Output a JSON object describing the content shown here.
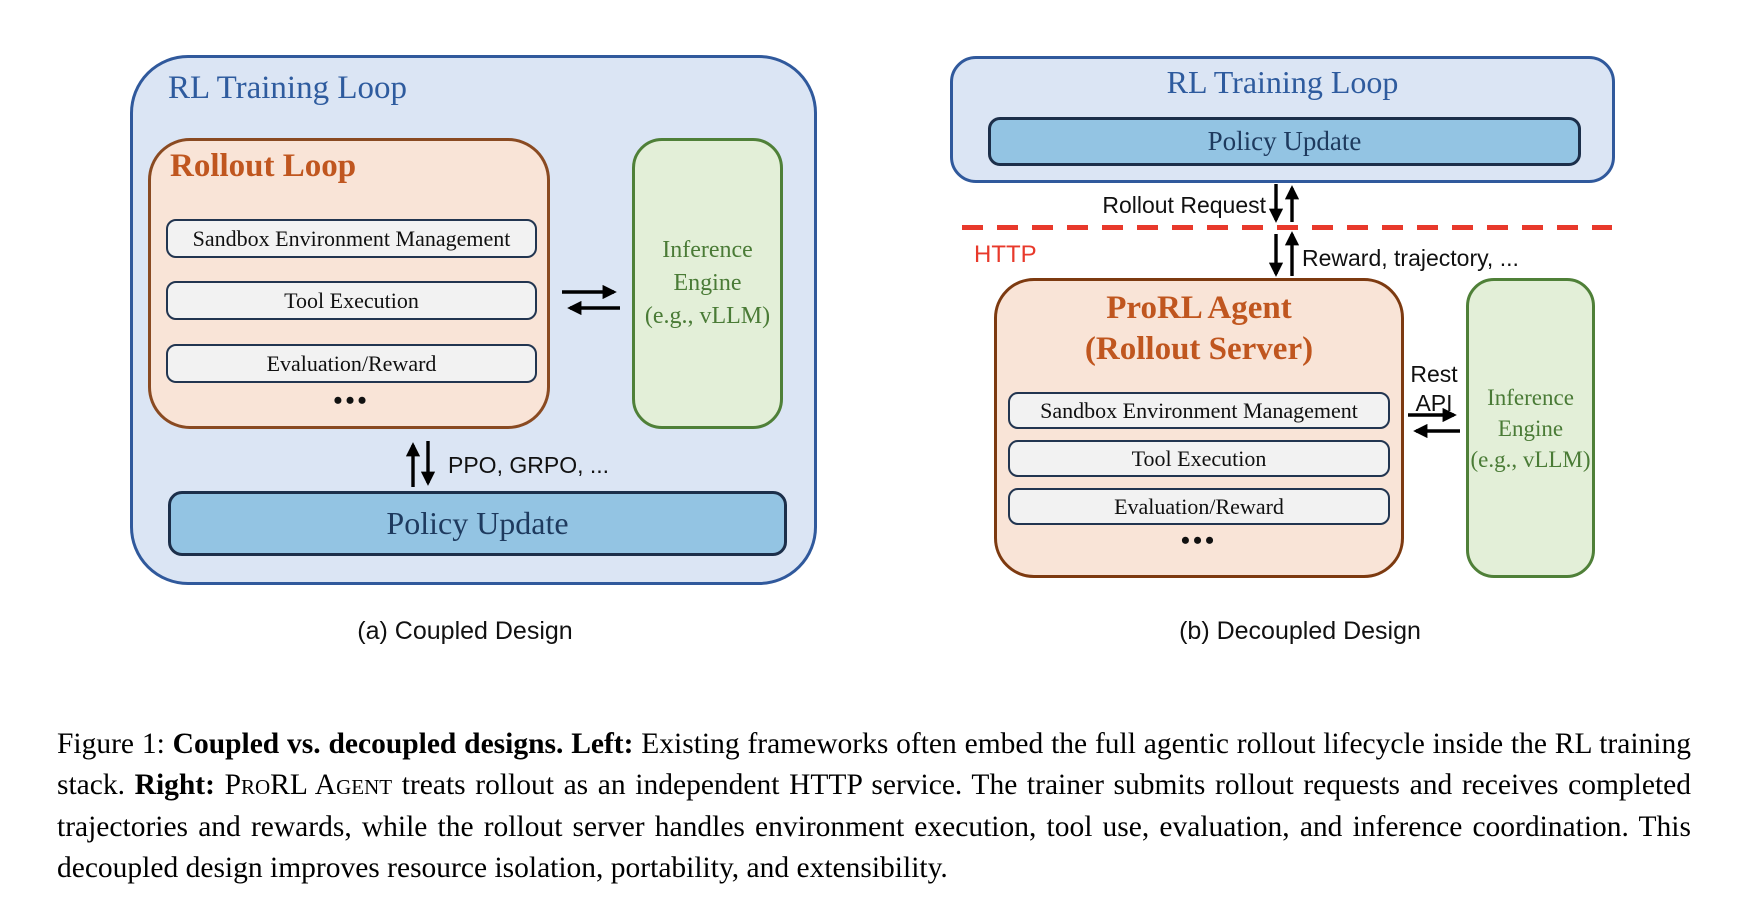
{
  "figure": {
    "left": {
      "outer_title": "RL Training Loop",
      "rollout_title": "Rollout Loop",
      "components": [
        "Sandbox Environment Management",
        "Tool Execution",
        "Evaluation/Reward"
      ],
      "ellipsis": "•••",
      "inference_engine": {
        "lines": [
          "Inference",
          "Engine",
          "(e.g., vLLM)"
        ]
      },
      "policy_update": "Policy Update",
      "algo_label": "PPO, GRPO, ...",
      "caption": "(a) Coupled Design"
    },
    "right": {
      "outer_title": "RL Training Loop",
      "policy_update": "Policy Update",
      "rollout_request_label": "Rollout Request",
      "http_label": "HTTP",
      "reward_label": "Reward, trajectory, ...",
      "agent_title_line1": "ProRL Agent",
      "agent_title_line2": "(Rollout Server)",
      "components": [
        "Sandbox Environment Management",
        "Tool Execution",
        "Evaluation/Reward"
      ],
      "ellipsis": "•••",
      "rest_api_line1": "Rest",
      "rest_api_line2": "API",
      "inference_engine": {
        "lines": [
          "Inference",
          "Engine",
          "(e.g., vLLM)"
        ]
      },
      "caption": "(b) Decoupled Design"
    },
    "colors": {
      "outer_fill": "#dbe5f4",
      "outer_border": "#30599c",
      "loop_title_text": "#2e5b9e",
      "peach_fill": "#f9e4d7",
      "peach_border": "#8a4a21",
      "peach_title_text": "#c0561f",
      "chip_fill": "#f2f2f2",
      "chip_border": "#223550",
      "green_fill": "#e3efd8",
      "green_border": "#4f8038",
      "green_text": "#4a7b36",
      "policy_fill": "#93c4e3",
      "policy_border": "#1c2f4a",
      "policy_text": "#1e3a5e",
      "http_red": "#e8392b",
      "arrow_black": "#000000"
    }
  },
  "caption": {
    "prefix": "Figure 1: ",
    "bold_title": "Coupled vs. decoupled designs. ",
    "bold_left": "Left: ",
    "left_text": "Existing frameworks often embed the full agentic rollout lifecycle inside the RL training stack. ",
    "bold_right": "Right: ",
    "smallcaps_name": "ProRL Agent",
    "right_text": " treats rollout as an independent HTTP service. The trainer submits rollout requests and receives completed trajectories and rewards, while the rollout server handles environment execution, tool use, evaluation, and inference coordination. This decoupled design improves resource isolation, portability, and extensibility."
  }
}
